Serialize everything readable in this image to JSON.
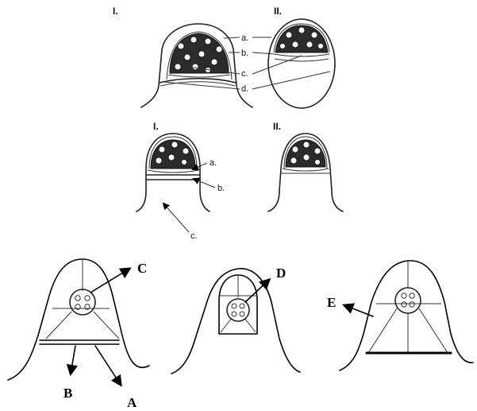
{
  "top_row": {
    "left_numeral": "I.",
    "right_numeral": "II.",
    "labels": [
      "a.",
      "b.",
      "c.",
      "d."
    ]
  },
  "middle_row": {
    "left_numeral": "I.",
    "right_numeral": "II.",
    "labels": [
      "a.",
      "b.",
      "c."
    ]
  },
  "bottom_row": {
    "labels": [
      "A",
      "B",
      "C",
      "D",
      "E"
    ]
  }
}
